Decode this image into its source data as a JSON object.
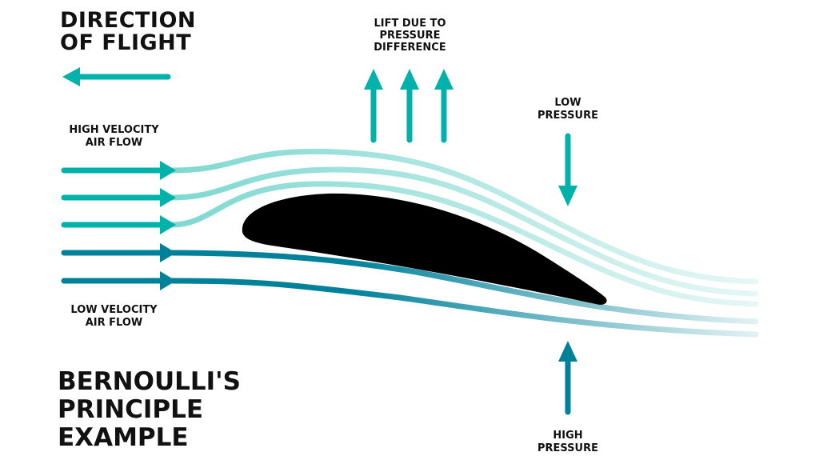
{
  "direction": {
    "line1": "DIRECTION",
    "line2": "OF FLIGHT"
  },
  "high_velocity": {
    "line1": "HIGH VELOCITY",
    "line2": "AIR FLOW"
  },
  "low_velocity": {
    "line1": "LOW VELOCITY",
    "line2": "AIR FLOW"
  },
  "lift": {
    "line1": "LIFT DUE TO",
    "line2": "PRESSURE",
    "line3": "DIFFERENCE"
  },
  "low_pressure": {
    "line1": "LOW",
    "line2": "PRESSURE"
  },
  "high_pressure": {
    "line1": "HIGH",
    "line2": "PRESSURE"
  },
  "title": {
    "line1": "BERNOULLI'S",
    "line2": "PRINCIPLE",
    "line3": "EXAMPLE"
  },
  "colors": {
    "teal": "#00b2a9",
    "light_teal": "#7fd8d1",
    "dark_teal": "#00819a",
    "airfoil": "#000000"
  }
}
